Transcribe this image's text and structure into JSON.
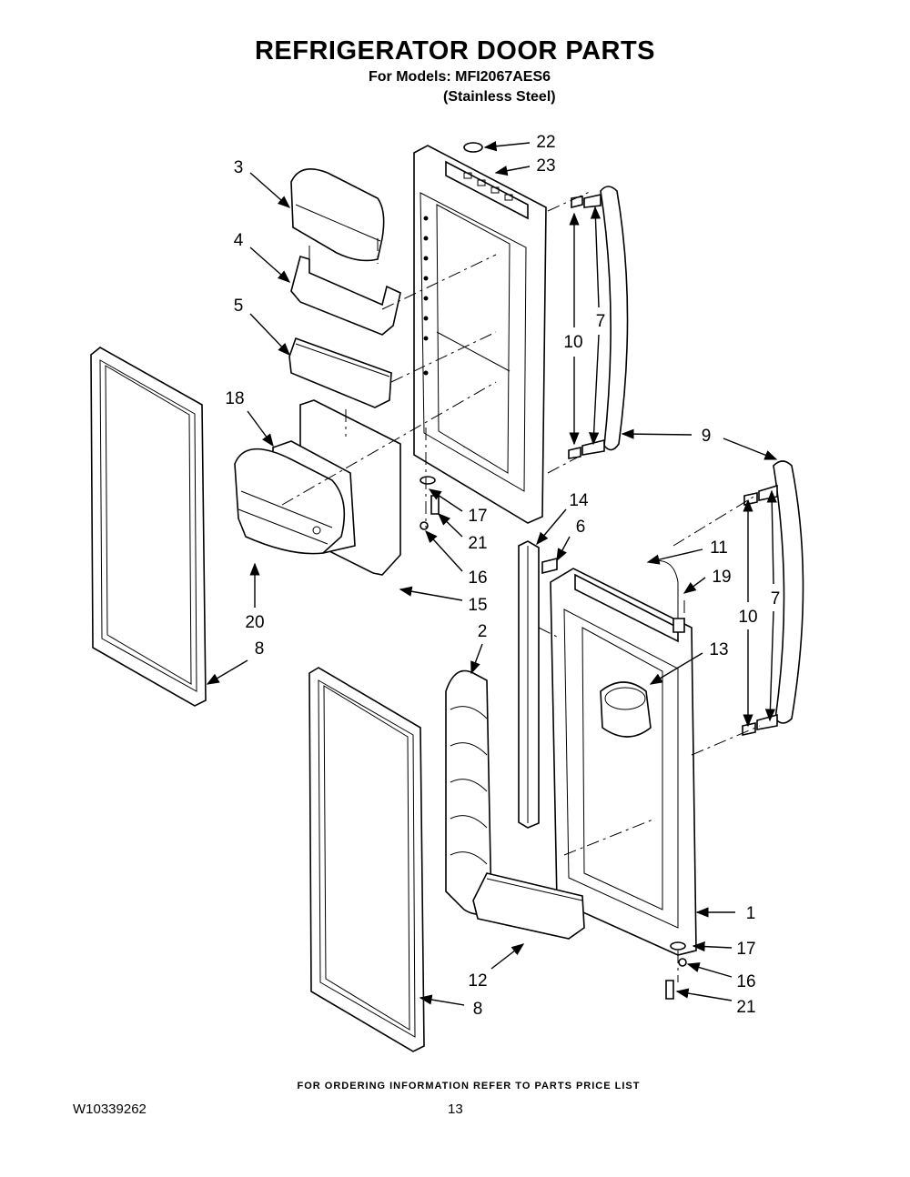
{
  "header": {
    "title": "REFRIGERATOR DOOR PARTS",
    "models_line": "For Models: MFI2067AES6",
    "finish_line": "(Stainless Steel)"
  },
  "footer": {
    "ordering_note": "FOR ORDERING INFORMATION REFER TO PARTS PRICE LIST",
    "document_number": "W10339262",
    "page_number": "13"
  },
  "callouts": [
    "3",
    "4",
    "5",
    "18",
    "22",
    "23",
    "10",
    "7",
    "9",
    "17",
    "21",
    "16",
    "15",
    "14",
    "6",
    "20",
    "8",
    "2",
    "11",
    "19",
    "13",
    "10",
    "7",
    "1",
    "17",
    "16",
    "21",
    "12",
    "8"
  ]
}
